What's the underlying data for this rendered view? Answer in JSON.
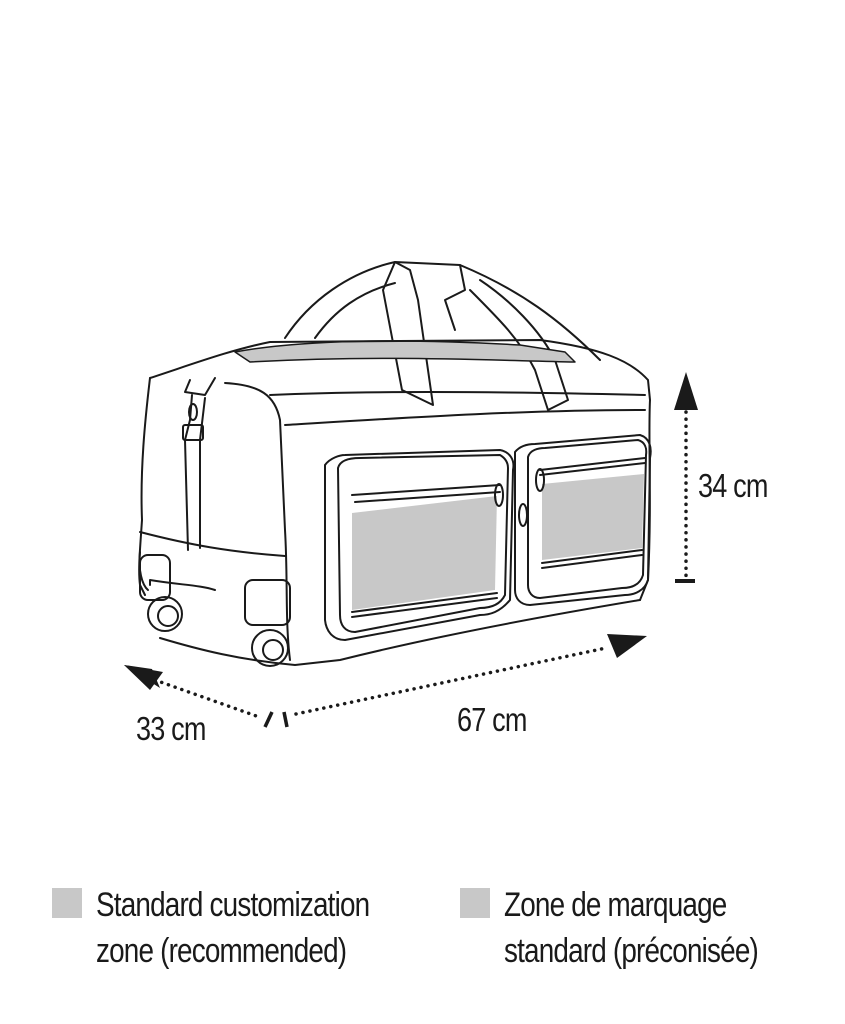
{
  "colors": {
    "line": "#1a1a1a",
    "zone_fill": "#c8c8c8",
    "background": "#ffffff"
  },
  "dimensions": {
    "height": "34 cm",
    "depth": "33 cm",
    "width": "67 cm"
  },
  "legend": [
    {
      "swatch_color": "#c8c8c8",
      "line1": "Standard customization",
      "line2": "zone (recommended)"
    },
    {
      "swatch_color": "#c8c8c8",
      "line1": "Zone de marquage",
      "line2": "standard (préconisée)"
    }
  ]
}
